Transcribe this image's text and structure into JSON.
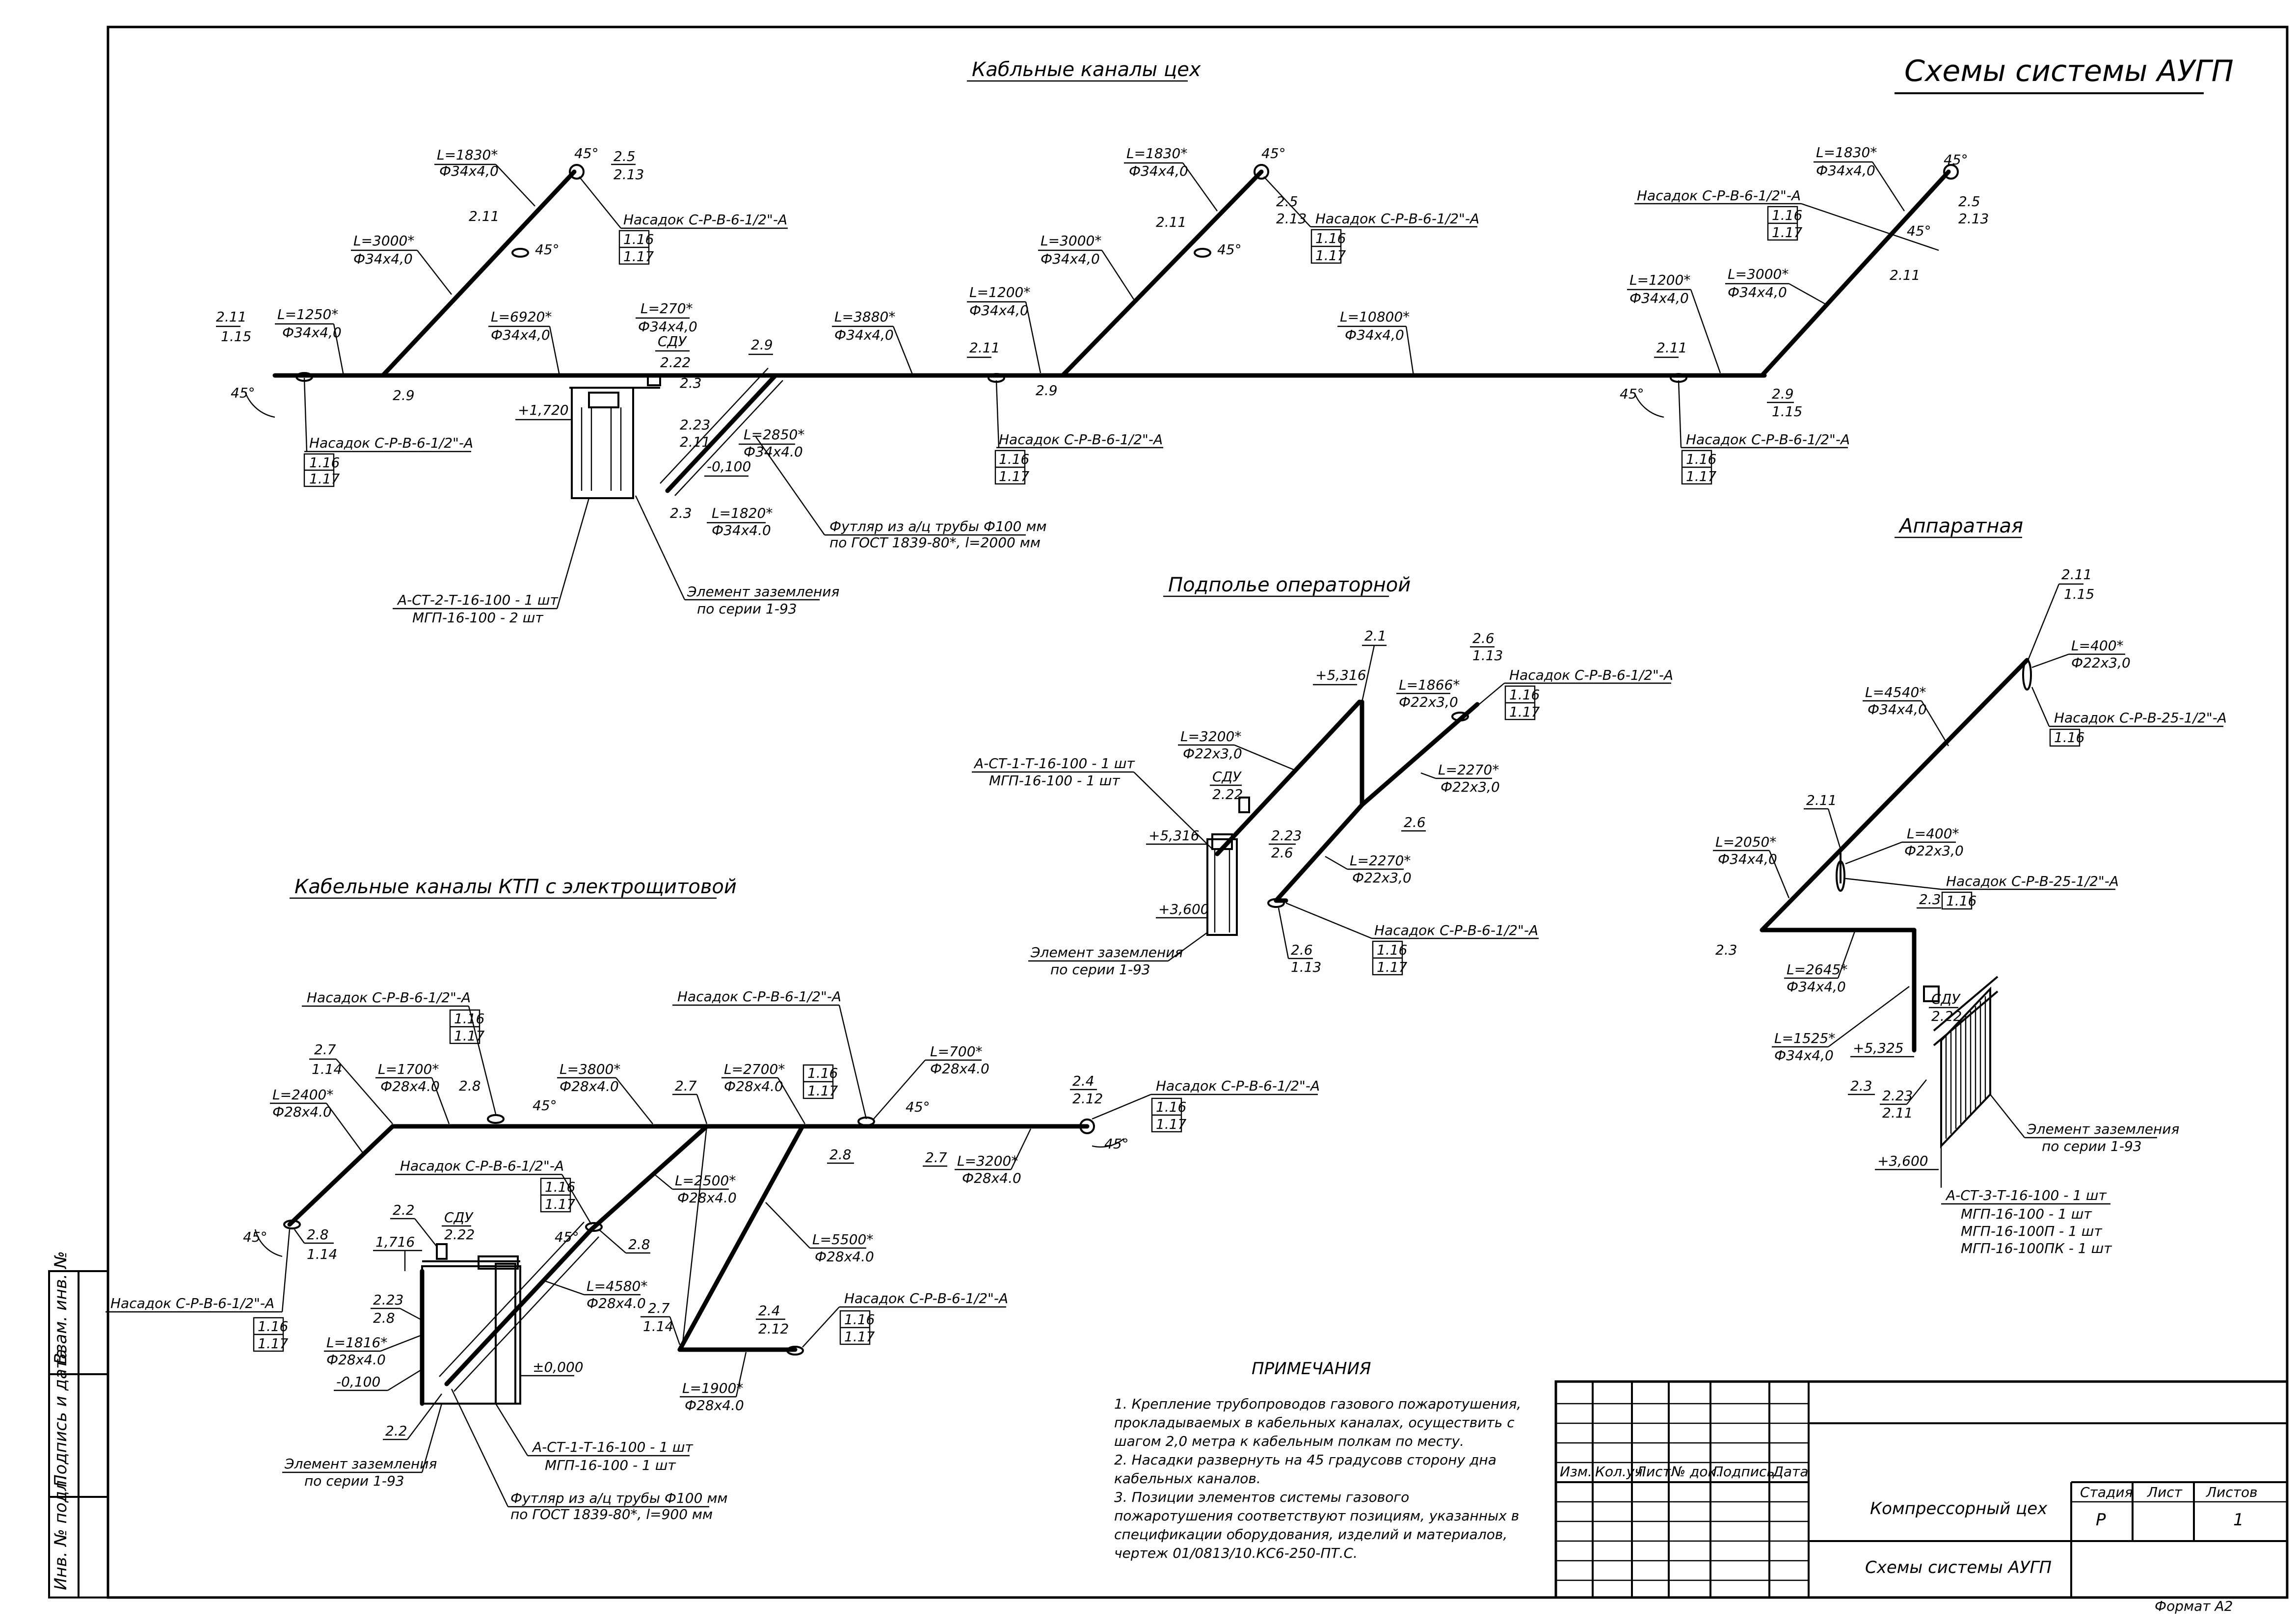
{
  "sheet": {
    "main_title": "Схемы системы АУГП",
    "format": "Формат А2"
  },
  "sections": {
    "ceh": "Кабльные каналы цех",
    "ktp": "Кабельные каналы КТП с электрощитовой",
    "podpolye": "Подполье операторной",
    "apparatnaya": "Аппаратная"
  },
  "labels": {
    "nasadok6": "Насадок С-Р-В-6-1/2\"-А",
    "nasadok25": "Насадок С-Р-В-25-1/2\"-А",
    "sdu": "СДУ",
    "element_zazem": "Элемент заземления",
    "po_serii": "по серии 1-93",
    "futlyar1": "Футляр из а/ц трубы Ф100 мм",
    "futlyar2_a": "по ГОСТ 1839-80*, l=2000 мм",
    "futlyar2_b": "по ГОСТ 1839-80*, l=900 мм",
    "ast2": "А-СТ-2-Т-16-100 - 1 шт",
    "mgp2": "МГП-16-100 - 2 шт",
    "ast1": "А-СТ-1-Т-16-100 - 1 шт",
    "mgp1": "МГП-16-100 - 1 шт",
    "ast3": "А-СТ-3-Т-16-100 - 1 шт",
    "mgp100": "МГП-16-100 - 1 шт",
    "mgp100p": "МГП-16-100П - 1 шт",
    "mgp100pk": "МГП-16-100ПК - 1 шт",
    "deg45": "45°",
    "r116": "1.16",
    "r117": "1.17",
    "r115": "1.15",
    "r113": "1.13",
    "r114": "1.14",
    "p2_11": "2.11",
    "p2_9": "2.9",
    "p2_5": "2.5",
    "p2_13": "2.13",
    "p2_22": "2.22",
    "p2_23": "2.23",
    "p2_3": "2.3",
    "p2_6": "2.6",
    "p2_1": "2.1",
    "p2_7": "2.7",
    "p2_8": "2.8",
    "p2_4": "2.4",
    "p2_12": "2.12",
    "p2_2": "2.2",
    "p2_9b": "2.9"
  },
  "dims": {
    "L1830": "L=1830*",
    "d34": "Ф34х4,0",
    "L3000": "L=3000*",
    "L1250": "L=1250*",
    "L6920": "L=6920*",
    "L270": "L=270*",
    "L3880": "L=3880*",
    "L1200": "L=1200*",
    "L10800": "L=10800*",
    "L2850": "L=2850*",
    "d34dot": "Ф34х4.0",
    "L1820": "L=1820*",
    "el1720": "+1,720",
    "el0100": "-0,100",
    "el5316": "+5,316",
    "el3600": "+3,600",
    "L1866": "L=1866*",
    "d22": "Ф22х3,0",
    "L3200": "L=3200*",
    "L2270": "L=2270*",
    "L4540": "L=4540*",
    "L400": "L=400*",
    "L2050": "L=2050*",
    "L2645": "L=2645*",
    "L1525": "L=1525*",
    "el5325": "+5,325",
    "el3600b": "+3,600",
    "L2400": "L=2400*",
    "d28": "Ф28х4.0",
    "L1700": "L=1700*",
    "L3800": "L=3800*",
    "L2700": "L=2700*",
    "L700": "L=700*",
    "L2500": "L=2500*",
    "L3200b": "L=3200*",
    "L5500": "L=5500*",
    "L4580": "L=4580*",
    "L1816": "L=1816*",
    "L1900": "L=1900*",
    "el1716": "1,716",
    "el0100b": "-0,100",
    "el0000": "±0,000"
  },
  "notes": {
    "title": "ПРИМЕЧАНИЯ",
    "lines": [
      "1. Крепление трубопроводов газового пожаротушения,",
      "прокладываемых в кабельных каналах, осуществить с",
      "шагом 2,0 метра к кабельным полкам по месту.",
      "2. Насадки развернуть на 45 градусовв сторону дна",
      "кабельных каналов.",
      "3. Позиции элементов системы газового",
      "пожаротушения соответствуют позициям, указанных в",
      "спецификации оборудования, изделий и материалов,",
      "чертеж 01/0813/10.КС6-250-ПТ.С."
    ]
  },
  "stamp": {
    "cols": [
      "Изм.",
      "Кол.уч",
      "Лист",
      "№ док.",
      "Подпись",
      "Дата"
    ],
    "stadia_h": "Стадия",
    "list_h": "Лист",
    "listov_h": "Листов",
    "stadia": "Р",
    "listov": "1",
    "object": "Компрессорный цех",
    "sheet_name": "Схемы системы АУГП"
  },
  "side": {
    "vzam": "Взам. инв. №",
    "podpis": "Подпись и дата",
    "inv": "Инв. № подл."
  }
}
